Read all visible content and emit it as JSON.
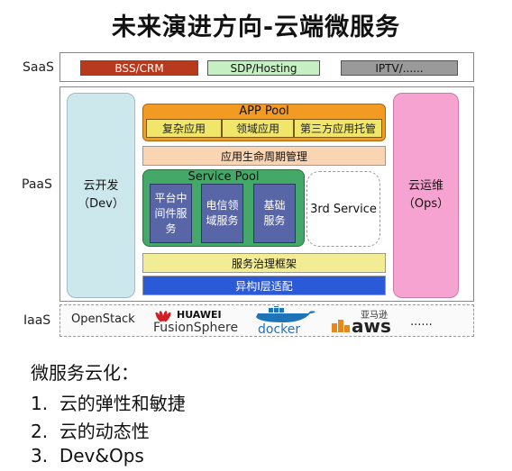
{
  "title": "未来演进方向-云端微服务",
  "layers": {
    "saas": "SaaS",
    "paas": "PaaS",
    "iaas": "IaaS"
  },
  "saas_items": [
    "BSS/CRM",
    "SDP/Hosting",
    "IPTV/......"
  ],
  "paas": {
    "dev": {
      "line1": "云开发",
      "line2": "（Dev）"
    },
    "ops": {
      "line1": "云运维",
      "line2": "（Ops）"
    },
    "app_pool": {
      "label": "APP Pool",
      "items": [
        "复杂应用",
        "领域应用",
        "第三方应用托管"
      ]
    },
    "lifecycle": "应用生命周期管理",
    "service_pool": {
      "label": "Service Pool",
      "items": [
        "平台中间件服务",
        "电信领域服务",
        "基础服务"
      ]
    },
    "third_service": "3rd Service",
    "governance": "服务治理框架",
    "adaptation": "异构I层适配"
  },
  "iaas": {
    "openstack": "OpenStack",
    "huawei": {
      "brand": "HUAWEI",
      "product": "FusionSphere"
    },
    "docker": "docker",
    "aws": {
      "cn": "亚马逊",
      "brand": "aws"
    },
    "more": "......"
  },
  "bottom": {
    "heading": "微服务云化：",
    "points": [
      {
        "num": "1.",
        "text": "云的弹性和敏捷"
      },
      {
        "num": "2.",
        "text": "云的动态性"
      },
      {
        "num": "3.",
        "text": "Dev&Ops"
      }
    ]
  },
  "colors": {
    "saas_bss": "#b83a1c",
    "saas_sdp": "#c6f0c4",
    "saas_iptv": "#9a9a9a",
    "dev": "#cce8ec",
    "ops": "#f7a3d2",
    "app_pool": "#f29a22",
    "app_cell": "#f0e66a",
    "lifecycle": "#f9d5b4",
    "service_pool": "#44a868",
    "service_cell": "#5866a8",
    "governance": "#f2ec94",
    "adaptation": "#2a5ad8"
  }
}
